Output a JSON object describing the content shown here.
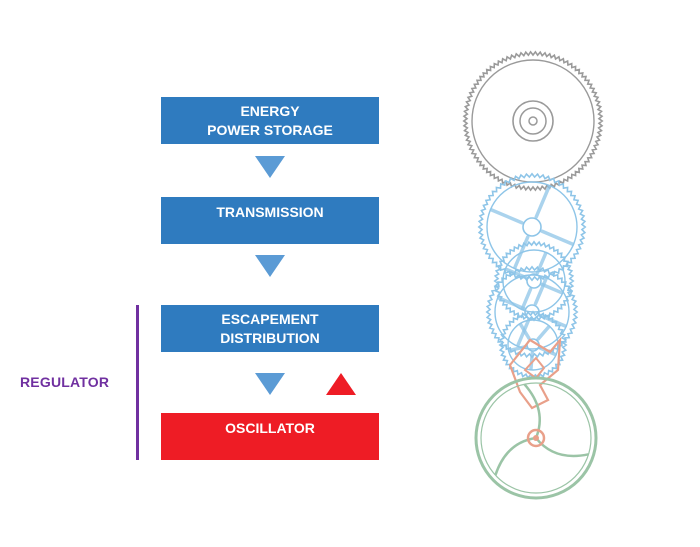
{
  "colors": {
    "blue": "#2f7bbf",
    "red": "#ee1c25",
    "arrow_blue": "#5b9bd5",
    "purple": "#7030a0",
    "gear_gray": "#9a9a9a",
    "gear_blue": "#8ec5e8",
    "lever_pink": "#e9a08a",
    "balance_green": "#9bc4a6"
  },
  "steps": [
    {
      "lines": [
        "ENERGY",
        "POWER STORAGE"
      ]
    },
    {
      "lines": [
        "TRANSMISSION"
      ]
    },
    {
      "lines": [
        "ESCAPEMENT",
        "DISTRIBUTION"
      ]
    },
    {
      "lines": [
        "OSCILLATOR"
      ]
    }
  ],
  "regulator": {
    "label": "REGULATOR"
  },
  "icons": {
    "down_arrow": "down-triangle-icon",
    "up_arrow": "up-triangle-icon",
    "illustration": "watch-movement-illustration"
  }
}
